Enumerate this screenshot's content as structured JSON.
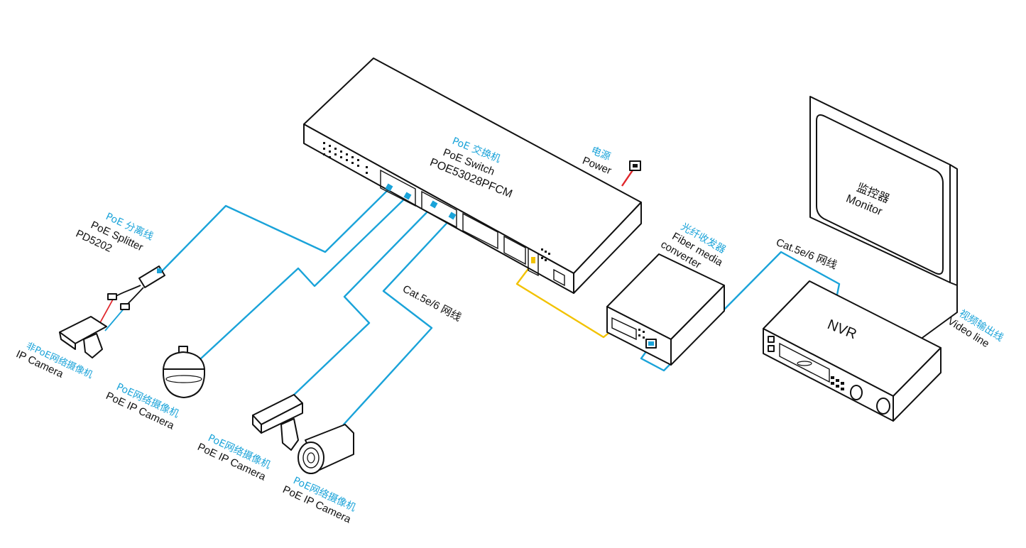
{
  "colors": {
    "accent_text": "#1aa3d9",
    "ethernet_cable": "#1aa3d9",
    "fiber_cable": "#f2c200",
    "power_cable": "#e0262b",
    "outline": "#111111"
  },
  "switch": {
    "cn_label": "PoE 交换机",
    "name": "PoE  Switch",
    "model": "POE53028PFCM"
  },
  "power": {
    "cn_label": "电源",
    "label": "Power"
  },
  "splitter": {
    "cn_label": "PoE 分离线",
    "name": "PoE Splitter",
    "model": "PD5202"
  },
  "non_poe_camera": {
    "cn_label": "非PoE网络摄像机",
    "label": "IP Camera"
  },
  "dome_camera": {
    "cn_label": "PoE网络摄像机",
    "label": "PoE IP Camera"
  },
  "box_camera": {
    "cn_label": "PoE网络摄像机",
    "label": "PoE IP Camera"
  },
  "bullet_camera": {
    "cn_label": "PoE网络摄像机",
    "label": "PoE IP Camera"
  },
  "cable_left": {
    "label": "Cat.5e/6 网线"
  },
  "media_converter": {
    "cn_label": "光纤收发器",
    "line1": "Fiber media",
    "line2": "converter"
  },
  "cable_right": {
    "label": "Cat.5e/6 网线"
  },
  "monitor": {
    "cn_label": "监控器",
    "label": "Monitor"
  },
  "nvr": {
    "label": "NVR"
  },
  "video_line": {
    "cn_label": "视频输出线",
    "label": "Video line"
  },
  "icons": [
    "switch-icon",
    "power-socket-icon",
    "splitter-icon",
    "dome-camera-icon",
    "box-camera-icon",
    "bullet-camera-icon",
    "media-converter-icon",
    "monitor-icon",
    "nvr-icon"
  ]
}
